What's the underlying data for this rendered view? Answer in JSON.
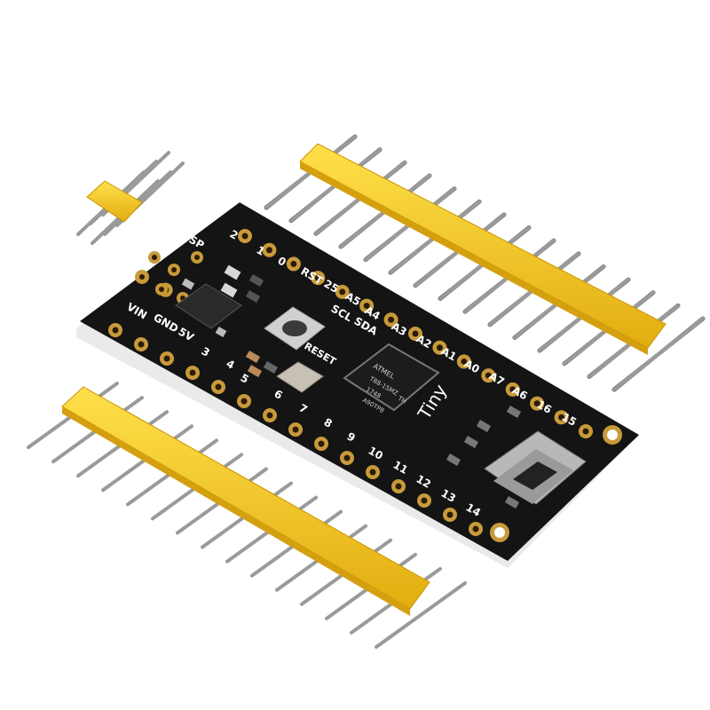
{
  "silkscreen": {
    "isp": "ISP",
    "pin_2": "2",
    "pin_1": "1",
    "pin_0": "0",
    "rst": "RST",
    "pin_25": "25",
    "a5": "A5",
    "a4": "A4",
    "scl": "SCL",
    "sda": "SDA",
    "a3": "A3",
    "a2": "A2",
    "a1": "A1",
    "a0": "A0",
    "a7": "A7",
    "a6": "A6",
    "pin_16": "16",
    "pin_15": "15",
    "vin": "VIN",
    "gnd": "GND",
    "v5": "5V",
    "pin_3": "3",
    "pin_4": "4",
    "pin_5": "5",
    "pin_6": "6",
    "pin_7": "7",
    "pin_8": "8",
    "pin_9": "9",
    "pin_10": "10",
    "pin_11": "11",
    "pin_12": "12",
    "pin_13": "13",
    "pin_14": "14",
    "reset": "RESET",
    "tiny": "Tiny"
  },
  "chip": {
    "brand": "ATMEL",
    "line1": "T88-15MZ",
    "line2": "1748",
    "line2b": "TH",
    "line3": "A90TP8"
  },
  "colors": {
    "pcb": "#141414",
    "pad": "#c89a3a",
    "header": "#f0c419",
    "pin": "#8e8e8e",
    "usb": "#b8b8b8",
    "silk": "#ffffff"
  }
}
